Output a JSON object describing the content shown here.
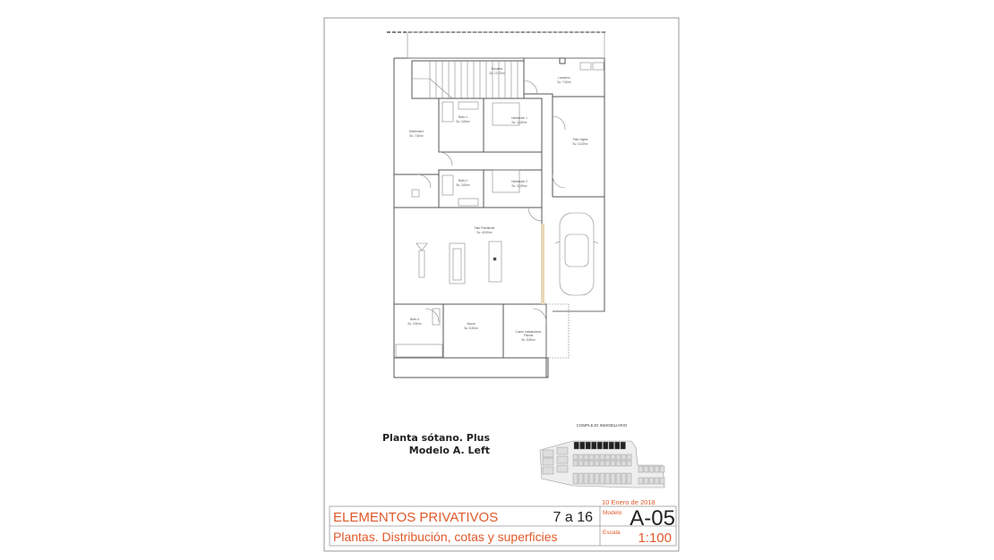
{
  "plan": {
    "rooms": [
      {
        "name": "Escalera",
        "area": "Su: 13,70m²"
      },
      {
        "name": "Lavadero",
        "area": "Su: 7,00m²"
      },
      {
        "name": "Baño 1",
        "area": "Su: 3,60m²"
      },
      {
        "name": "Habitación 1",
        "area": "Su: 11,80m²"
      },
      {
        "name": "Distribuidor",
        "area": "Su: 7,50m²"
      },
      {
        "name": "Patio Inglés",
        "area": "Su: 14,30m²"
      },
      {
        "name": "Baño 2",
        "area": "Su: 3,60m²"
      },
      {
        "name": "Habitación 2",
        "area": "Su: 11,80m²"
      },
      {
        "name": "Sala Polivalente",
        "area": "Su: 40,90m²"
      },
      {
        "name": "Baño 4",
        "area": "Su: 3,90m²"
      },
      {
        "name": "Sauna",
        "area": "Su: 8,30m²"
      },
      {
        "name": "Cuarto Instalaciones",
        "name2": "Piscina",
        "area": "Su: 5,80m²"
      }
    ]
  },
  "caption": {
    "line1": "Planta sótano. Plus",
    "line2": "Modelo A. Left"
  },
  "site_map": {
    "title": "COMPLEJO INMOBILIARIO"
  },
  "title_block": {
    "date": "10 Enero de 2018",
    "section": "ELEMENTOS PRIVATIVOS",
    "pages": "7 a 16",
    "model_label": "Modelo",
    "model": "A-05",
    "subtitle": "Plantas. Distribución, cotas y superficies",
    "scale_label": "Escala",
    "scale": "1:100",
    "accent_color": "#e0592a"
  }
}
